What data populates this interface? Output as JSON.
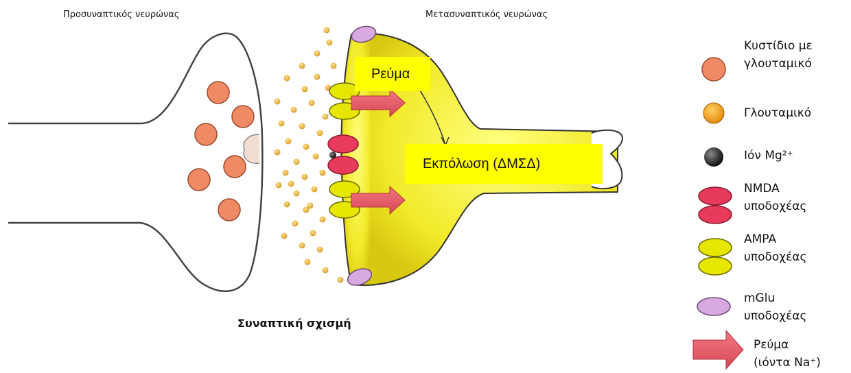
{
  "labels": {
    "presynaptic": "Προσυναπτικός νευρώνας",
    "postsynaptic": "Μετασυναπτικός νευρώνας",
    "synaptic_cleft": "Συναπτική σχισμή",
    "current": "Ρεύμα",
    "depolarization": "Εκπόλωση (ΔΜΣΔ)"
  },
  "legend": [
    {
      "icon": "vesicle-icon",
      "color": "#f08a64",
      "lines": [
        "Κυστίδιο με",
        "γλουταμικό"
      ]
    },
    {
      "icon": "glutamate-icon",
      "color": "#f0a020",
      "lines": [
        "Γλουταμικό"
      ]
    },
    {
      "icon": "mg-ion-icon",
      "color": "#222222",
      "lines": [
        "Ιόν Mg²⁺"
      ]
    },
    {
      "icon": "nmda-receptor-icon",
      "color": "#e83a5a",
      "lines": [
        "NMDA",
        "υποδοχέας"
      ]
    },
    {
      "icon": "ampa-receptor-icon",
      "color": "#e6e600",
      "lines": [
        "AMPA",
        "υποδοχέας"
      ]
    },
    {
      "icon": "mglu-receptor-icon",
      "color": "#d8a8e0",
      "lines": [
        "mGlu",
        "υποδοχέας"
      ]
    },
    {
      "icon": "current-arrow-icon",
      "color": "#e86068",
      "lines": [
        "Ρεύμα",
        "(ιόντα Na⁺)"
      ]
    }
  ]
}
